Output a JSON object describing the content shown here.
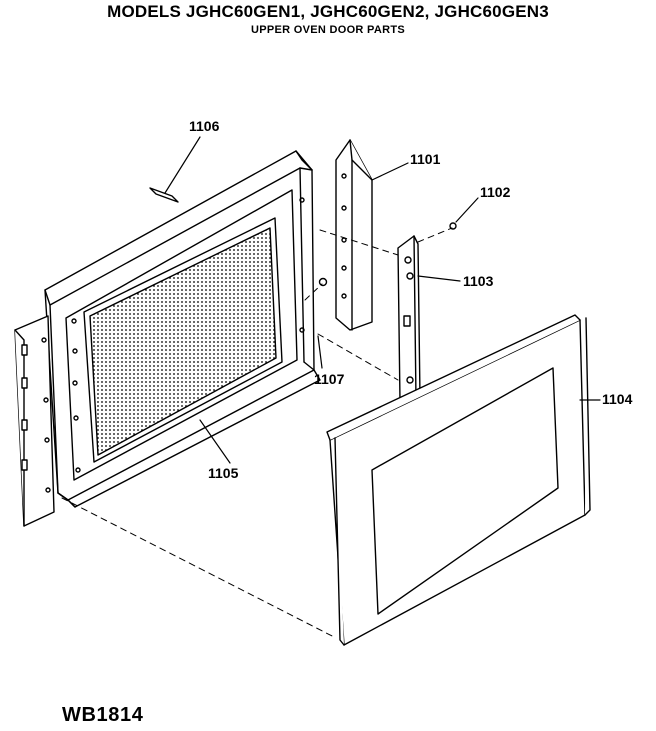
{
  "header": {
    "title": "MODELS JGHC60GEN1, JGHC60GEN2, JGHC60GEN3",
    "subtitle": "UPPER OVEN DOOR PARTS"
  },
  "parts": [
    {
      "id": "1101"
    },
    {
      "id": "1102"
    },
    {
      "id": "1103"
    },
    {
      "id": "1104"
    },
    {
      "id": "1105"
    },
    {
      "id": "1106"
    },
    {
      "id": "1107"
    }
  ],
  "footer": {
    "reference": "WB1814"
  }
}
